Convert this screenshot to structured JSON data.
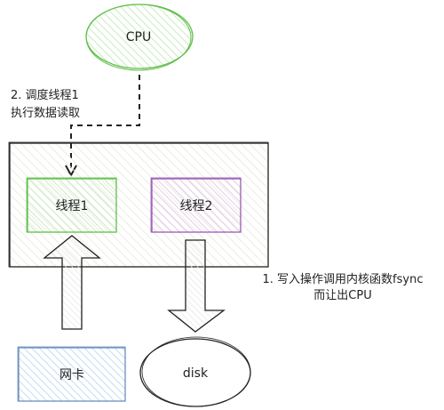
{
  "nodes": {
    "cpu": {
      "label": "CPU",
      "color": "#5fbf4a"
    },
    "thread1": {
      "label": "线程1",
      "color": "#5fbf4a"
    },
    "thread2": {
      "label": "线程2",
      "color": "#9b59b6"
    },
    "nic": {
      "label": "网卡",
      "color": "#6c8ebf"
    },
    "disk": {
      "label": "disk",
      "color": "#222222"
    }
  },
  "annotations": {
    "schedule_line1": "2. 调度线程1",
    "schedule_line2": "执行数据读取",
    "fsync_line1": "1. 写入操作调用内核函数fsync",
    "fsync_line2": "而让出CPU"
  },
  "colors": {
    "container_fill": "#f7f7ef",
    "stroke": "#222222",
    "hatch_green": "#c9ebbf",
    "hatch_purple": "#e2cdea",
    "hatch_blue": "#c6dcf4"
  }
}
